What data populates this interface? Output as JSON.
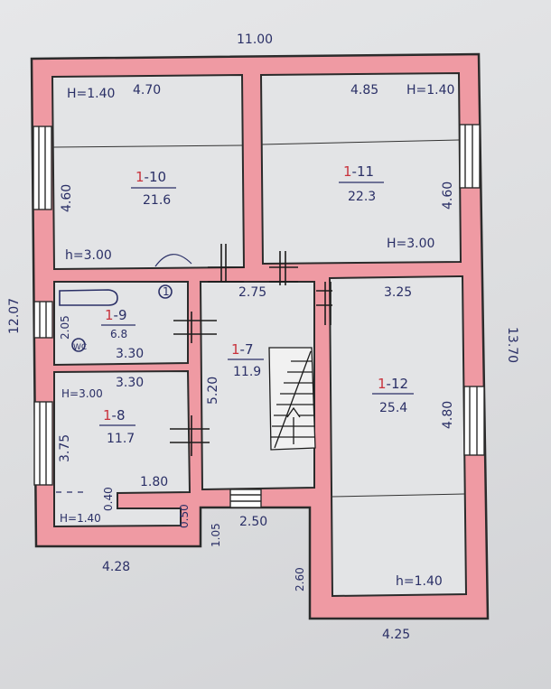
{
  "colors": {
    "wall": "#ef9aa3",
    "wall_edge": "#2b2b2b",
    "room_fill": "#e3e4e6",
    "ink": "#2a2f66",
    "room_number": "#c8323c"
  },
  "dimensions": {
    "top_width": "11.00",
    "left_height": "12.07",
    "right_height": "13.70",
    "bottom_left": "4.28",
    "bottom_right": "4.25",
    "bottom_mid_step": "1.05",
    "corridor_bottom": "2.50",
    "right_wing_step": "2.60",
    "corridor_top": "2.75",
    "corridor_height": "5.20",
    "stub_0_40": "0.40",
    "stub_0_50": "0.50"
  },
  "rooms": {
    "r10": {
      "number_prefix": "1",
      "number_suffix": "-10",
      "area": "21.6",
      "width": "4.70",
      "depth": "4.60",
      "h_label": "H=1.40",
      "h_label2": "h=3.00"
    },
    "r11": {
      "number_prefix": "1",
      "number_suffix": "-11",
      "area": "22.3",
      "width": "4.85",
      "depth": "4.60",
      "h_label": "H=1.40",
      "h_label2": "H=3.00"
    },
    "r9": {
      "number_prefix": "1",
      "number_suffix": "-9",
      "area": "6.8",
      "width": "3.30",
      "depth": "2.05",
      "fixture_mark": "1",
      "wc_mark": "WC"
    },
    "r8": {
      "number_prefix": "1",
      "number_suffix": "-8",
      "area": "11.7",
      "width": "3.30",
      "depth": "3.75",
      "inner": "1.80",
      "h_label": "H=3.00",
      "h_label2": "H=1.40"
    },
    "r7": {
      "number_prefix": "1",
      "number_suffix": "-7",
      "area": "11.9"
    },
    "r12": {
      "number_prefix": "1",
      "number_suffix": "-12",
      "area": "25.4",
      "width": "3.25",
      "depth": "4.80",
      "h_label": "h=1.40"
    }
  }
}
